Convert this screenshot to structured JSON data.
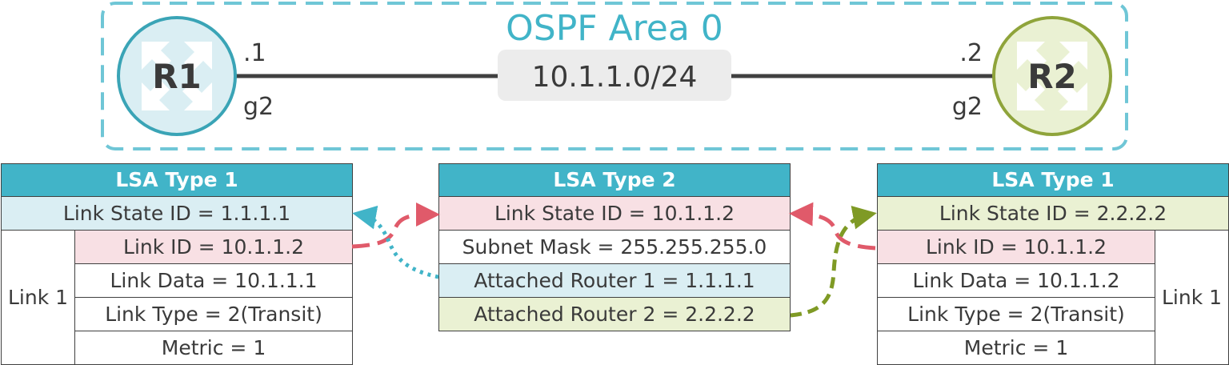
{
  "area": {
    "label": "OSPF Area 0"
  },
  "link": {
    "subnet": "10.1.1.0/24"
  },
  "r1": {
    "name": "R1",
    "ip": ".1",
    "iface": "g2",
    "color": "#41b4c8",
    "fill": "#daeef3"
  },
  "r2": {
    "name": "R2",
    "ip": ".2",
    "iface": "g2",
    "color": "#8fa43b",
    "fill": "#eaf1d3"
  },
  "lsa1_r1": {
    "title": "LSA Type 1",
    "link_state_id": "Link State ID = 1.1.1.1",
    "link_label": "Link 1",
    "link_id": "Link ID = 10.1.1.2",
    "link_data": "Link Data = 10.1.1.1",
    "link_type": "Link Type = 2(Transit)",
    "metric": "Metric = 1"
  },
  "lsa2": {
    "title": "LSA Type 2",
    "link_state_id": "Link State ID = 10.1.1.2",
    "subnet_mask": "Subnet Mask = 255.255.255.0",
    "attached_1": "Attached Router 1 = 1.1.1.1",
    "attached_2": "Attached Router 2 = 2.2.2.2"
  },
  "lsa1_r2": {
    "title": "LSA Type 1",
    "link_state_id": "Link State ID = 2.2.2.2",
    "link_label": "Link 1",
    "link_id": "Link ID = 10.1.1.2",
    "link_data": "Link Data = 10.1.1.2",
    "link_type": "Link Type = 2(Transit)",
    "metric": "Metric = 1"
  },
  "colors": {
    "header": "#41b4c8",
    "blue": "#daeef3",
    "pink": "#f8e0e4",
    "green": "#eaf1d3",
    "arrow_red": "#e05a6a",
    "arrow_blue": "#41b4c8",
    "arrow_green": "#7f9a25"
  }
}
